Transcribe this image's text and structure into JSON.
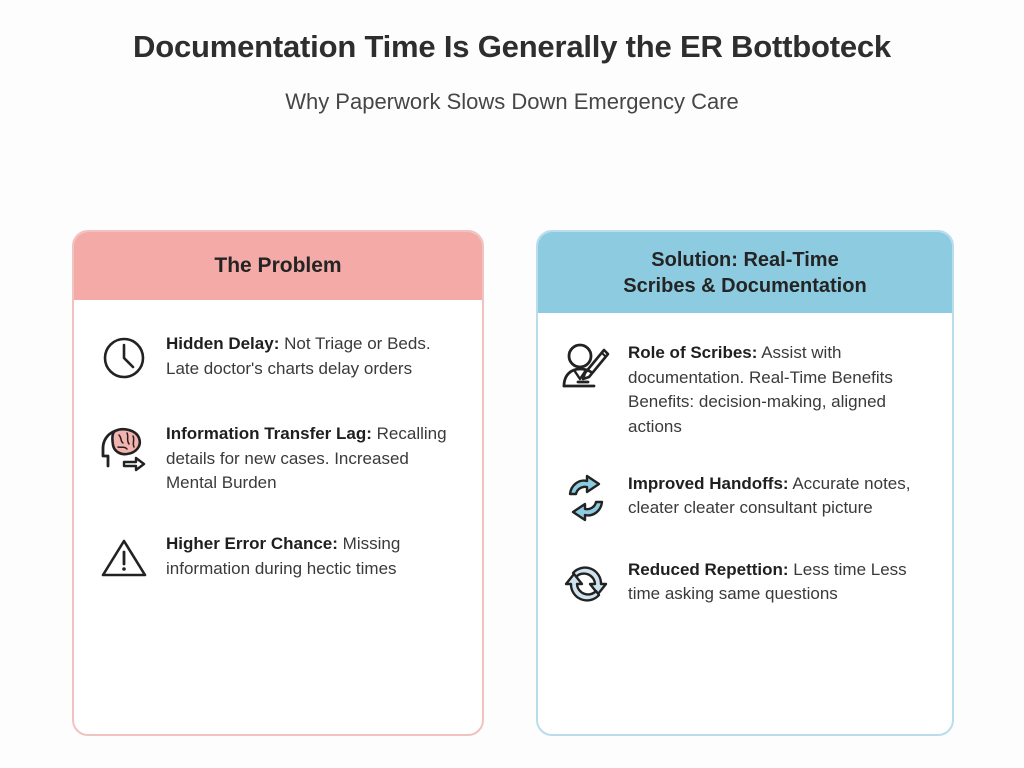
{
  "header": {
    "title": "Documentation Time Is Generally the ER Bottboteck",
    "subtitle": "Why Paperwork Slows Down Emergency Care"
  },
  "colors": {
    "background": "#fdfdfd",
    "problem_header_bg": "#f4aaa6",
    "problem_border": "#f0c3c0",
    "solution_header_bg": "#8ccbe0",
    "solution_border": "#b9dded",
    "brain_fill": "#f4b3ae",
    "arrow_fill_strong": "#8ccbe0",
    "arrow_fill_light": "#cfe4ef",
    "icon_stroke": "#222222",
    "title_text": "#2e2e2e",
    "body_text": "#3a3a3a"
  },
  "panels": [
    {
      "id": "problem",
      "header": "The Problem",
      "items": [
        {
          "icon": "clock-icon",
          "lead": "Hidden Delay:",
          "body": " Not Triage or Beds. Late doctor's charts delay orders"
        },
        {
          "icon": "brain-transfer-icon",
          "lead": "Information Transfer Lag:",
          "body": " Recalling details for new cases. Increased Mental Burden"
        },
        {
          "icon": "warning-triangle-icon",
          "lead": "Higher Error Chance:",
          "body": " Missing information during hectic times"
        }
      ]
    },
    {
      "id": "solution",
      "header": "Solution: Real-Time Scribes & Documentation",
      "header_line1": "Solution: Real-Time",
      "header_line2": "Scribes & Documentation",
      "items": [
        {
          "icon": "scribe-person-icon",
          "lead": "Role of Scribes:",
          "body": " Assist with documentation. Real-Time Benefits Benefits: decision-making, aligned actions"
        },
        {
          "icon": "refresh-cycle-icon",
          "lead": "Improved Handoffs:",
          "body": " Accurate notes, cleater cleater consultant picture"
        },
        {
          "icon": "refresh-rotate-icon",
          "lead": "Reduced Repettion:",
          "body": " Less time Less time asking same questions"
        }
      ]
    }
  ]
}
